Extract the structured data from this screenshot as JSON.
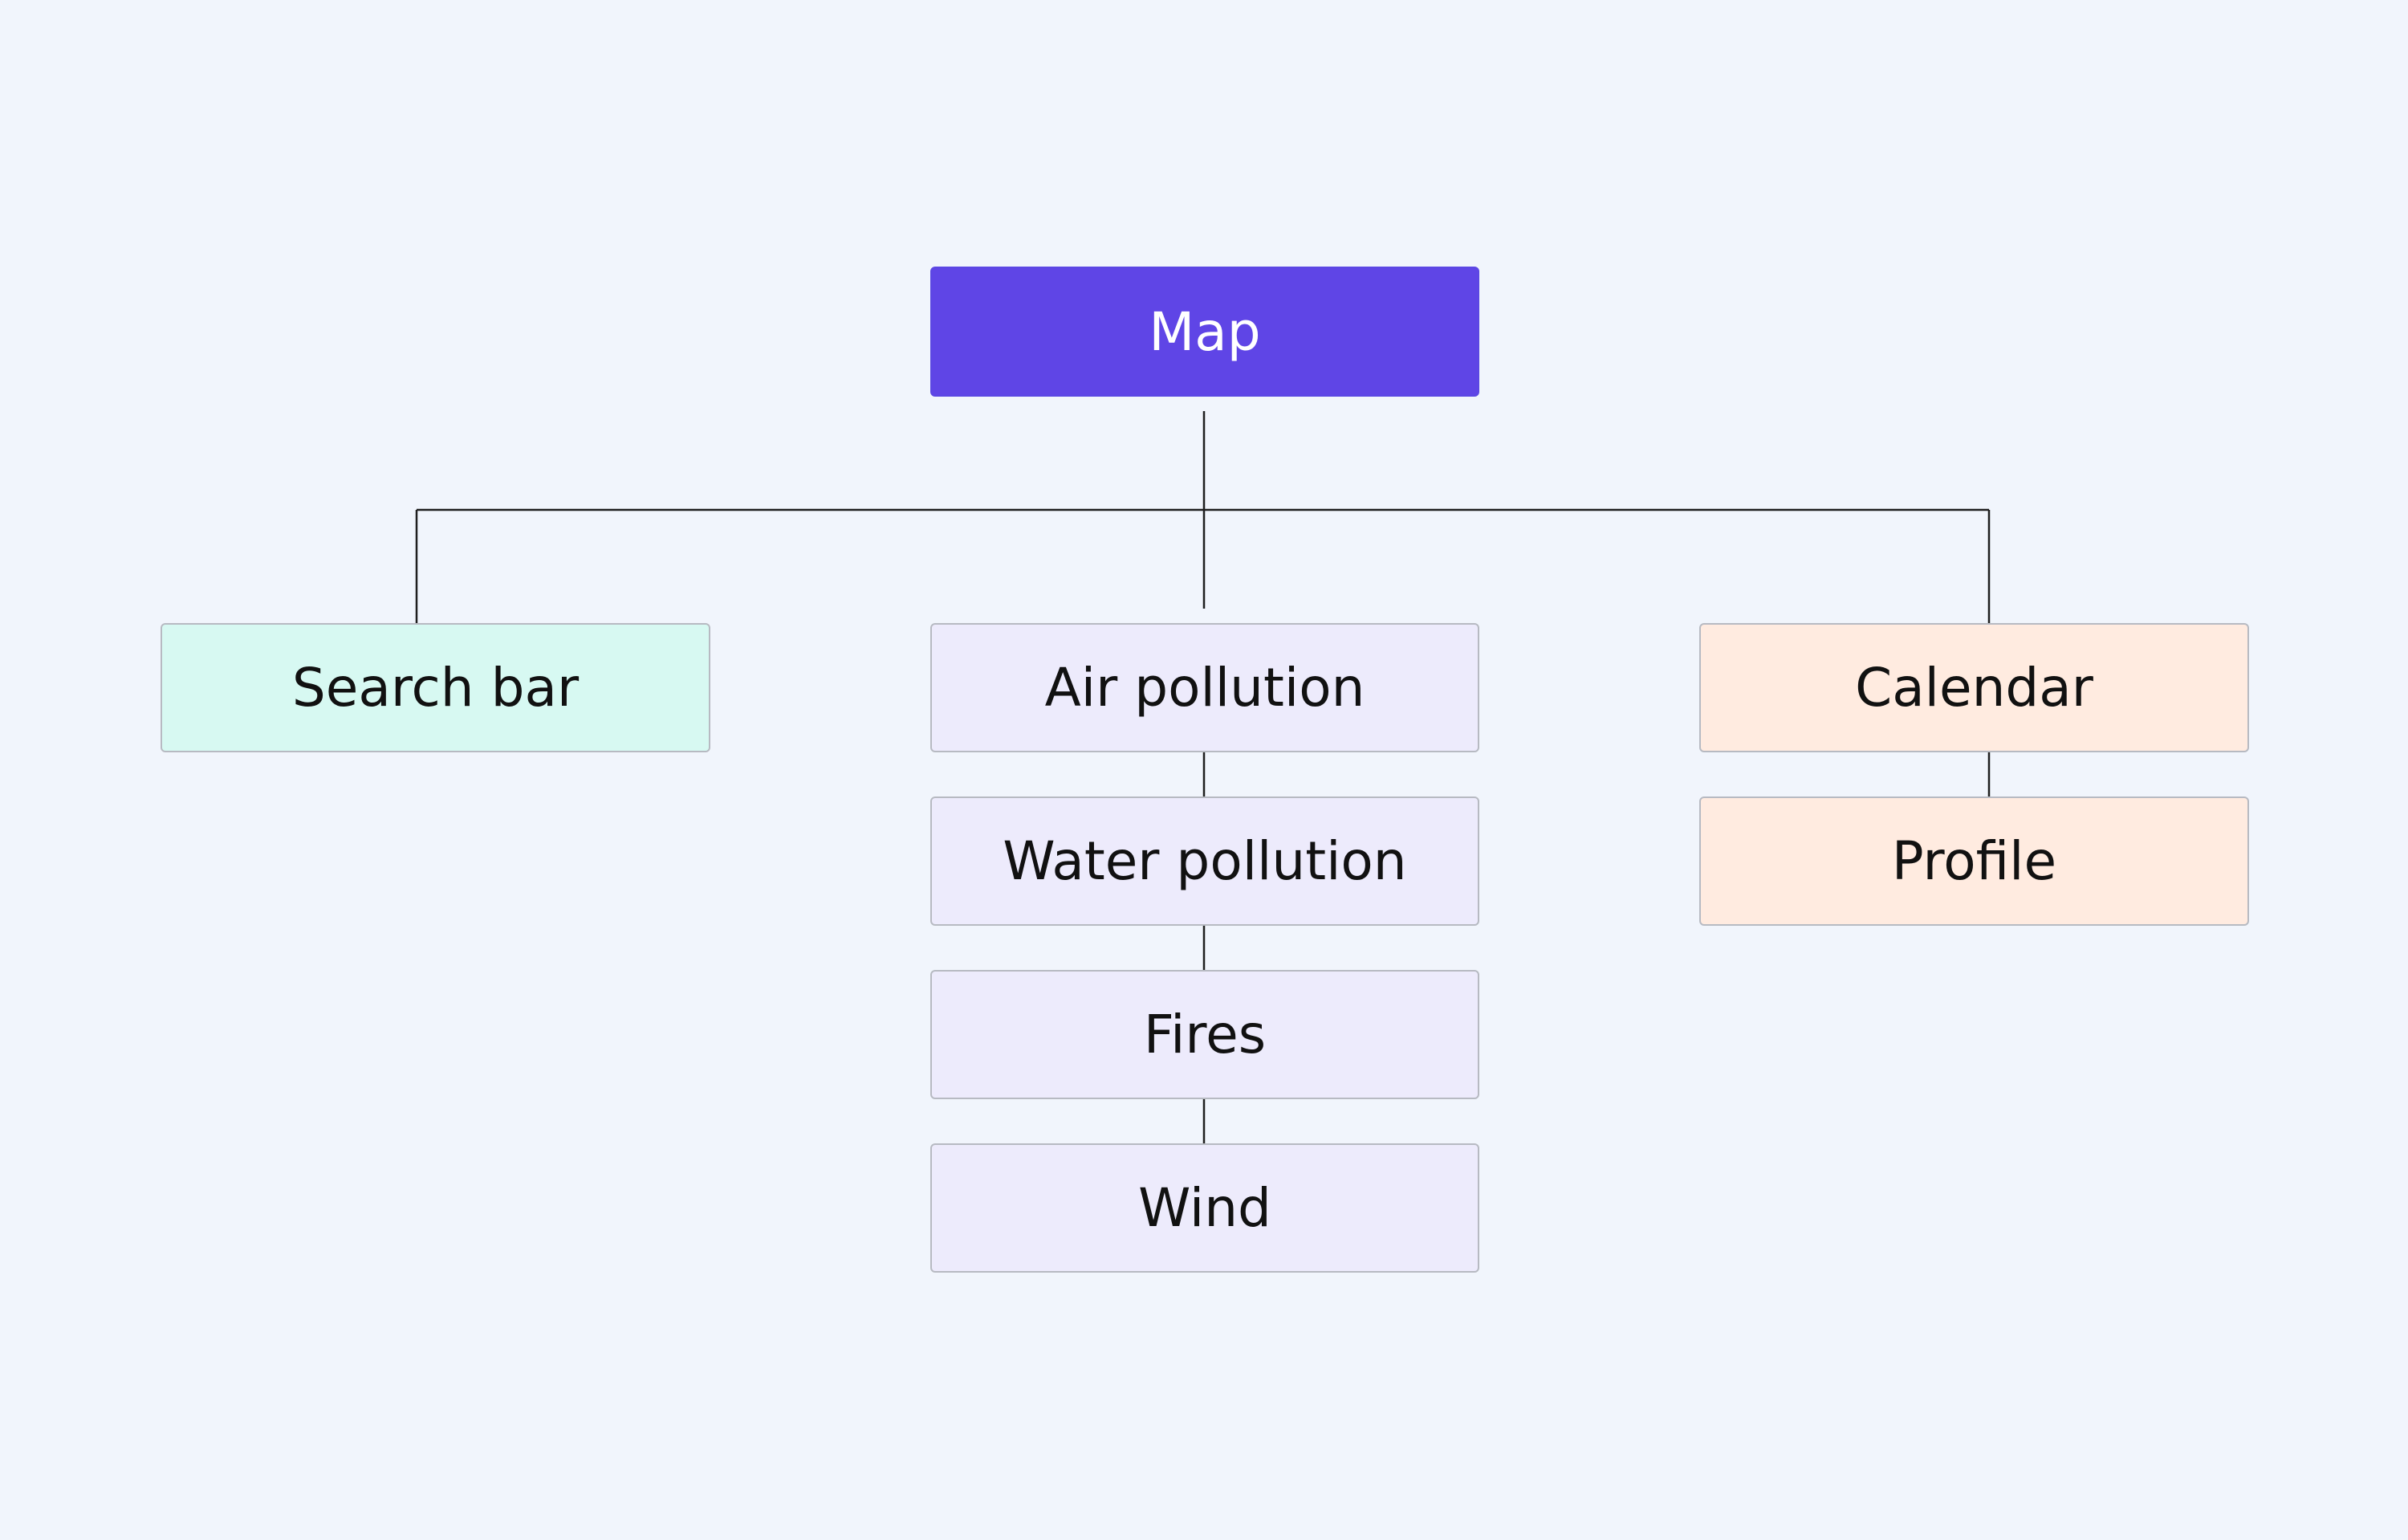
{
  "diagram": {
    "background": "#F1F5FC",
    "connector_color": "#1E1E1E",
    "root": {
      "label": "Map",
      "fill": "#5F45E6",
      "text_color": "#FFFFFF"
    },
    "branches": [
      {
        "label": "Search bar",
        "fill": "#D7F9F2",
        "children": []
      },
      {
        "label": "Air pollution",
        "fill": "#EDEBFC",
        "children": [
          {
            "label": "Water pollution"
          },
          {
            "label": "Fires"
          },
          {
            "label": "Wind"
          }
        ]
      },
      {
        "label": "Calendar",
        "fill": "#FFEBE0",
        "children": [
          {
            "label": "Profile"
          }
        ]
      }
    ]
  }
}
